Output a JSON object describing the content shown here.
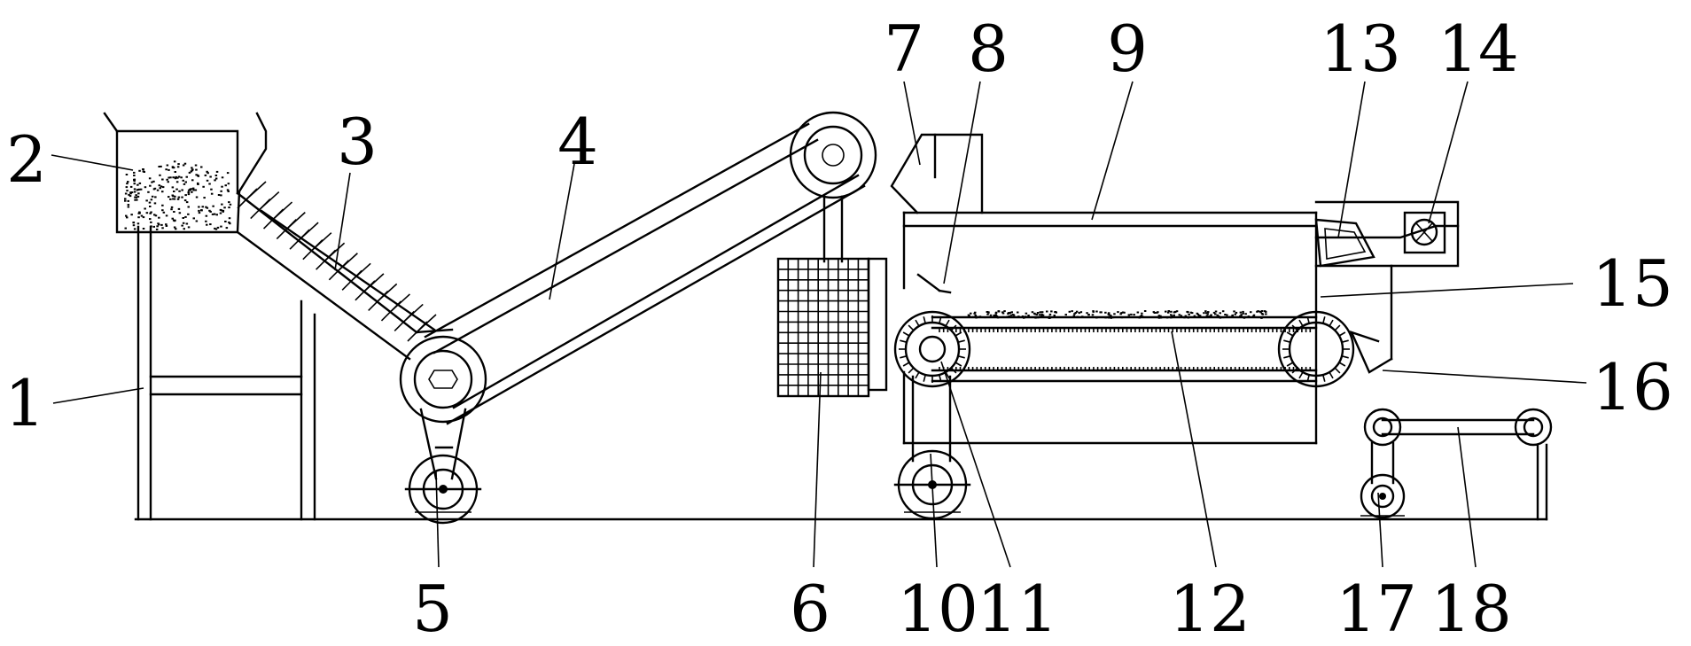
{
  "figure": {
    "callouts": [
      "1",
      "2",
      "3",
      "4",
      "5",
      "6",
      "7",
      "8",
      "9",
      "10",
      "11",
      "12",
      "13",
      "14",
      "15",
      "16",
      "17",
      "18"
    ]
  }
}
